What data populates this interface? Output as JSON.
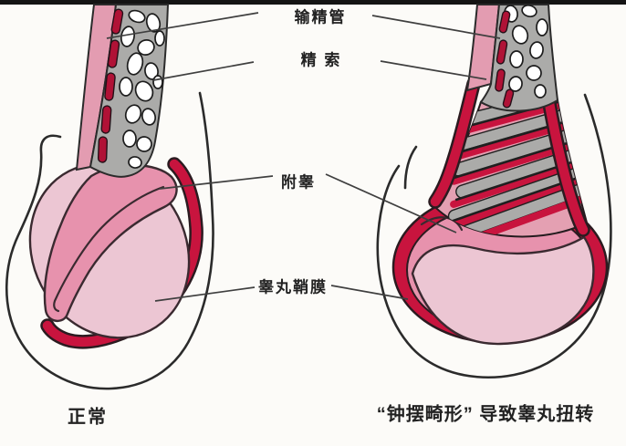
{
  "labels": {
    "vas_deferens": "输精管",
    "spermatic_cord": "精 索",
    "epididymis": "附睾",
    "tunica_vaginalis": "睾丸鞘膜"
  },
  "captions": {
    "left": "正常",
    "right": "“钟摆畸形” 导致睾丸扭转"
  },
  "colors": {
    "background": "#fcfbf8",
    "top_bar": "#141414",
    "outline": "#2b2b2b",
    "leader_line": "#3f3f3f",
    "testis_light_pink": "#ecc6d3",
    "epididymis_pink": "#e792ad",
    "cord_strip_pink": "#e39cb1",
    "tunica_red": "#c8143e",
    "vessel_dark_red": "#b01236",
    "plexus_gray": "#ababa9",
    "mesh_white": "#ffffff",
    "braid_pink": "#e4a0b2",
    "text": "#222222"
  }
}
